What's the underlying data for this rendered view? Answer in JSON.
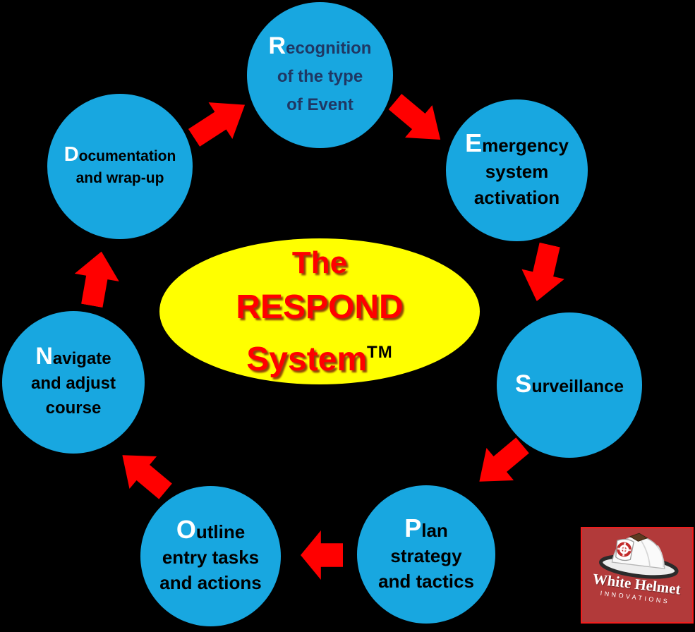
{
  "colors": {
    "circle-fill": "#18A7E0",
    "first-letter": "#FFFFFF",
    "recognition-text": "#1F3864",
    "arrow-red": "#FF0000",
    "ellipse-fill": "#FFFF00",
    "title-red": "#FF0000",
    "trademark-color": "#000000",
    "logo-red": "#B23A3A",
    "background": "#000000"
  },
  "center": {
    "line1": "The",
    "line2": "RESPOND",
    "line3": "System",
    "trademark": "TM"
  },
  "circles": [
    {
      "id": "recognition",
      "first_letter": "R",
      "line1_rest": "ecognition",
      "line2": "of the type",
      "line3": "of Event"
    },
    {
      "id": "emergency",
      "first_letter": "E",
      "line1_rest": "mergency",
      "line2": "system",
      "line3": "activation"
    },
    {
      "id": "surveillance",
      "first_letter": "S",
      "line1_rest": "urveillance",
      "line2": "",
      "line3": ""
    },
    {
      "id": "plan",
      "first_letter": "P",
      "line1_rest": "lan",
      "line2": "strategy",
      "line3": "and tactics"
    },
    {
      "id": "outline",
      "first_letter": "O",
      "line1_rest": "utline",
      "line2": "entry tasks",
      "line3": "and actions"
    },
    {
      "id": "navigate",
      "first_letter": "N",
      "line1_rest": "avigate",
      "line2": "and adjust",
      "line3": "course"
    },
    {
      "id": "documentation",
      "first_letter": "D",
      "line1_rest": "ocumentation",
      "line2": "and wrap-up",
      "line3": ""
    }
  ],
  "arrows": [
    {
      "from": "documentation",
      "to": "recognition"
    },
    {
      "from": "recognition",
      "to": "emergency"
    },
    {
      "from": "emergency",
      "to": "surveillance"
    },
    {
      "from": "surveillance",
      "to": "plan"
    },
    {
      "from": "plan",
      "to": "outline"
    },
    {
      "from": "outline",
      "to": "navigate"
    },
    {
      "from": "navigate",
      "to": "documentation"
    }
  ],
  "logo": {
    "brand": "White Helmet",
    "tagline": "INNOVATIONS"
  }
}
